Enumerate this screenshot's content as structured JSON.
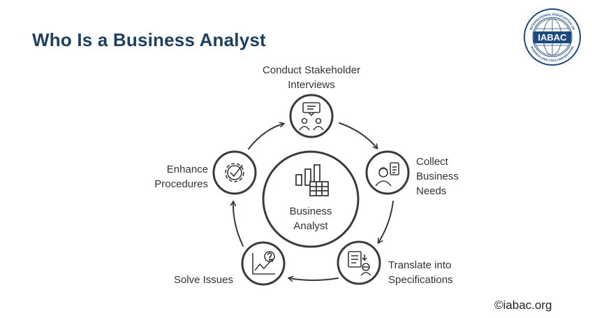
{
  "title": "Who Is a Business Analyst",
  "logo": {
    "text": "IABAC",
    "ring_top": "INTERNATIONAL ASSOCIATION OF",
    "ring_bottom": "BUSINESS ANALYTICS CERTIFICATION"
  },
  "center": {
    "line1": "Business",
    "line2": "Analyst",
    "icon": "analytics-chart-icon"
  },
  "steps": [
    {
      "line1": "Conduct Stakeholder",
      "line2": "Interviews",
      "icon": "interview-icon"
    },
    {
      "line1": "Collect",
      "line2": "Business",
      "line3": "Needs",
      "icon": "requirements-icon"
    },
    {
      "line1": "Translate into",
      "line2": "Specifications",
      "icon": "specification-icon"
    },
    {
      "line1": "Solve Issues",
      "icon": "problem-solving-icon"
    },
    {
      "line1": "Enhance",
      "line2": "Procedures",
      "icon": "gear-check-icon"
    }
  ],
  "footer": {
    "copyright": "©iabac.org"
  },
  "colors": {
    "title": "#1f3f5f",
    "stroke": "#3a3a3a",
    "logo_blue": "#1e4a80"
  }
}
